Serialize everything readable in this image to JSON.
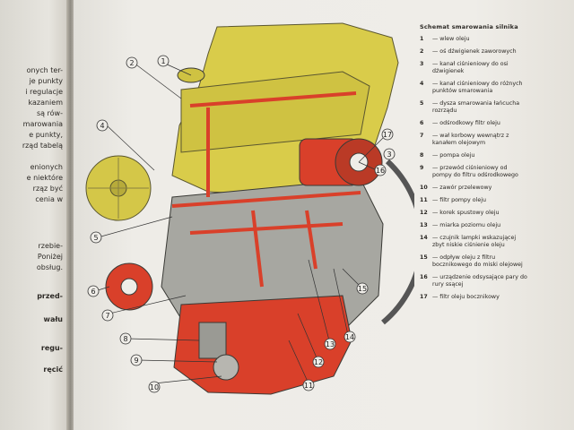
{
  "left_page": {
    "fragments": [
      {
        "text": "onych ter-",
        "bold": false
      },
      {
        "text": "je punkty",
        "bold": false
      },
      {
        "text": "i regulacje",
        "bold": false
      },
      {
        "text": "kazaniem",
        "bold": false
      },
      {
        "text": "są rów-",
        "bold": false
      },
      {
        "text": "marowania",
        "bold": false
      },
      {
        "text": "e punkty,",
        "bold": false
      },
      {
        "text": "rząd tabelą",
        "bold": false
      },
      {
        "text": "enionych",
        "bold": false
      },
      {
        "text": "e niektóre",
        "bold": false
      },
      {
        "text": "rząz być",
        "bold": false
      },
      {
        "text": "cenia w",
        "bold": false
      },
      {
        "text": "rzebie-",
        "bold": false
      },
      {
        "text": "Poniżej",
        "bold": false
      },
      {
        "text": "obsług.",
        "bold": false
      },
      {
        "text": "przed-",
        "bold": true
      },
      {
        "text": "wału",
        "bold": true
      },
      {
        "text": "regu-",
        "bold": true
      },
      {
        "text": "ręcić",
        "bold": true
      }
    ]
  },
  "diagram": {
    "callouts": [
      "1",
      "2",
      "3",
      "4",
      "5",
      "6",
      "7",
      "8",
      "9",
      "10",
      "11",
      "12",
      "13",
      "14",
      "15",
      "16",
      "17"
    ],
    "colors": {
      "engine_yellow": "#d9cc4a",
      "oil_red": "#d9402a",
      "casting_grey": "#9a9a94",
      "outline": "#3a3a36"
    }
  },
  "legend": {
    "title": "Schemat smarowania silnika",
    "items": [
      {
        "num": "1",
        "text": "— wlew oleju"
      },
      {
        "num": "2",
        "text": "— oś dźwigienek zaworowych"
      },
      {
        "num": "3",
        "text": "— kanał ciśnieniowy do osi dźwigienek"
      },
      {
        "num": "4",
        "text": "— kanał ciśnieniowy do różnych punktów smarowania"
      },
      {
        "num": "5",
        "text": "— dysza smarowania łańcucha rozrządu"
      },
      {
        "num": "6",
        "text": "— odśrodkowy filtr oleju"
      },
      {
        "num": "7",
        "text": "— wał korbowy wewnątrz z kanałem olejowym"
      },
      {
        "num": "8",
        "text": "— pompa oleju"
      },
      {
        "num": "9",
        "text": "— przewód ciśnieniowy od pompy do filtru odśrodkowego"
      },
      {
        "num": "10",
        "text": "— zawór przelewowy"
      },
      {
        "num": "11",
        "text": "— filtr pompy oleju"
      },
      {
        "num": "12",
        "text": "— korek spustowy oleju"
      },
      {
        "num": "13",
        "text": "— miarka poziomu oleju"
      },
      {
        "num": "14",
        "text": "— czujnik lampki wskazującej zbyt niskie ciśnienie oleju"
      },
      {
        "num": "15",
        "text": "— odpływ oleju z filtru bocznikowego do miski olejowej"
      },
      {
        "num": "16",
        "text": "— urządzenie odsysające pary do rury ssącej"
      },
      {
        "num": "17",
        "text": "— filtr oleju bocznikowy"
      }
    ]
  }
}
